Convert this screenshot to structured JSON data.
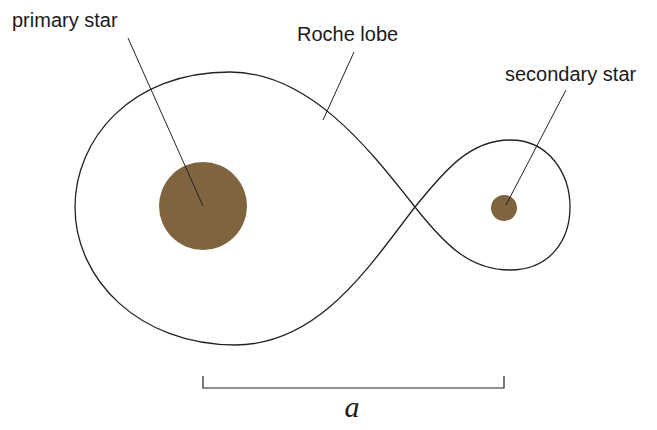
{
  "diagram": {
    "labels": [
      "primary star",
      "Roche lobe",
      "secondary star",
      "a"
    ]
  }
}
